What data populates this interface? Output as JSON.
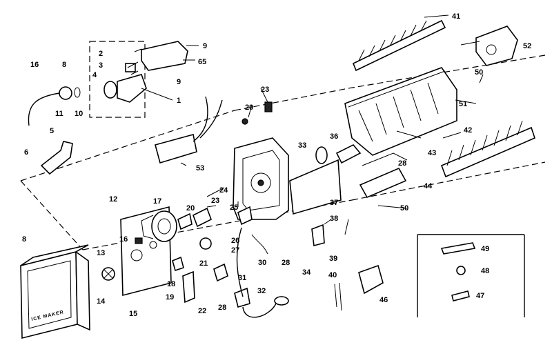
{
  "diagram": {
    "callouts": {
      "n1": "1",
      "n2": "2",
      "n3": "3",
      "n4": "4",
      "n5": "5",
      "n6": "6",
      "n8a": "8",
      "n8b": "8",
      "n9a": "9",
      "n9b": "9",
      "n10": "10",
      "n11": "11",
      "n12": "12",
      "n13": "13",
      "n14": "14",
      "n15": "15",
      "n16": "16",
      "n17": "17",
      "n18": "18",
      "n19": "19",
      "n20": "20",
      "n21": "21",
      "n22": "22",
      "n23a": "23",
      "n23b": "23",
      "n24": "24",
      "n25": "25",
      "n26": "26",
      "n27": "27",
      "n28a": "28",
      "n28b": "28",
      "n28c": "28",
      "n29": "29",
      "n30": "30",
      "n31": "31",
      "n32": "32",
      "n33": "33",
      "n34": "34",
      "n36": "36",
      "n37": "37",
      "n38": "38",
      "n39": "39",
      "n40": "40",
      "n41": "41",
      "n42": "42",
      "n43": "43",
      "n44": "44",
      "n46": "46",
      "n47": "47",
      "n48": "48",
      "n49": "49",
      "n50a": "50",
      "n50b": "50",
      "n51": "51",
      "n52": "52",
      "n53": "53",
      "n65": "65"
    },
    "box_label": "ICE MAKER"
  }
}
